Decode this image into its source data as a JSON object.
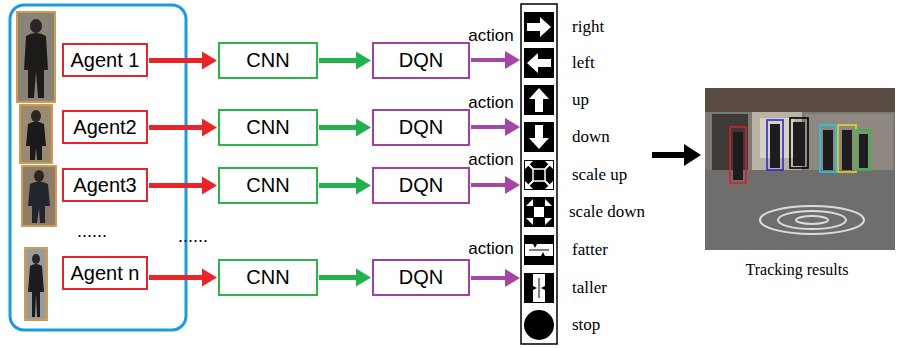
{
  "diagram": {
    "nodes": [
      {
        "text": [
          "Agent 1"
        ]
      },
      {
        "text": [
          "CNN"
        ]
      },
      {
        "text": [
          "DQN"
        ]
      },
      {
        "text": [
          "Agent2"
        ]
      },
      {
        "text": [
          "CNN"
        ]
      },
      {
        "text": [
          "DQN"
        ]
      },
      {
        "text": [
          "Agent3"
        ]
      },
      {
        "text": [
          "CNN"
        ]
      },
      {
        "text": [
          "DQN"
        ]
      },
      {
        "text": [
          "Agent n"
        ]
      },
      {
        "text": [
          "CNN"
        ]
      },
      {
        "text": [
          "DQN"
        ]
      }
    ],
    "edges": [
      {
        "from": 0,
        "to": 1,
        "arrow": "to"
      },
      {
        "from": 1,
        "to": 2,
        "arrow": "to"
      },
      {
        "from": 3,
        "to": 4,
        "arrow": "to"
      },
      {
        "from": 4,
        "to": 5,
        "arrow": "to"
      },
      {
        "from": 6,
        "to": 7,
        "arrow": "to"
      },
      {
        "from": 7,
        "to": 8,
        "arrow": "to"
      },
      {
        "from": 9,
        "to": 10,
        "arrow": "to"
      },
      {
        "from": 10,
        "to": 11,
        "arrow": "to"
      }
    ],
    "labels": [
      "......",
      "......",
      "action",
      "action",
      "action",
      "action",
      "right",
      "left",
      "up",
      "down",
      "scale up",
      "scale down",
      "fatter",
      "taller",
      "stop",
      "Tracking results"
    ]
  }
}
